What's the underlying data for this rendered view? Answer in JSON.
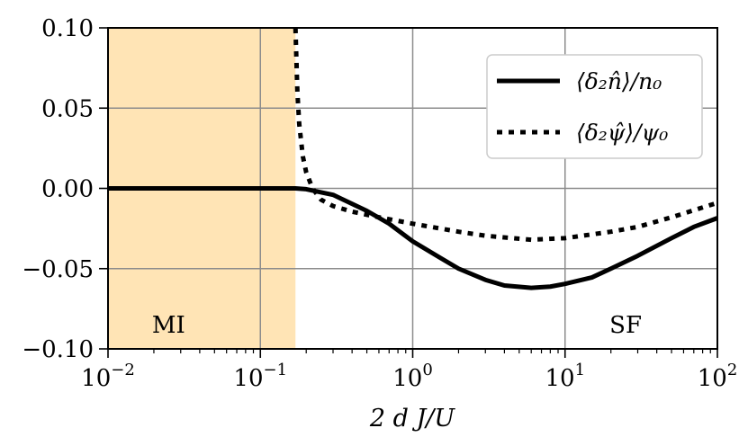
{
  "chart_data": {
    "type": "line",
    "title": "",
    "xlabel": "2 d J/U",
    "ylabel": "",
    "xscale": "log",
    "xlim": [
      0.01,
      100
    ],
    "ylim": [
      -0.1,
      0.1
    ],
    "grid": true,
    "legend_position": "top-right",
    "x_ticks": [
      {
        "base": "10",
        "exp": "−2",
        "value": 0.01
      },
      {
        "base": "10",
        "exp": "−1",
        "value": 0.1
      },
      {
        "base": "10",
        "exp": "0",
        "value": 1
      },
      {
        "base": "10",
        "exp": "1",
        "value": 10
      },
      {
        "base": "10",
        "exp": "2",
        "value": 100
      }
    ],
    "y_ticks": [
      {
        "label": "0.10",
        "value": 0.1
      },
      {
        "label": "0.05",
        "value": 0.05
      },
      {
        "label": "0.00",
        "value": 0.0
      },
      {
        "label": "−0.05",
        "value": -0.05
      },
      {
        "label": "−0.10",
        "value": -0.1
      }
    ],
    "shaded_region": {
      "x_from": 0.01,
      "x_to": 0.17,
      "color": "#ffe4b5"
    },
    "region_labels": [
      {
        "text": "MI",
        "x": 0.025,
        "y": -0.085
      },
      {
        "text": "SF",
        "x": 25,
        "y": -0.085
      }
    ],
    "series": [
      {
        "name": "⟨δ₂n̂⟩/n₀",
        "style": "solid",
        "color": "#000000",
        "points": [
          [
            0.01,
            0.0
          ],
          [
            0.05,
            0.0
          ],
          [
            0.1,
            0.0
          ],
          [
            0.17,
            0.0
          ],
          [
            0.2,
            -0.0005
          ],
          [
            0.3,
            -0.004
          ],
          [
            0.5,
            -0.014
          ],
          [
            0.7,
            -0.022
          ],
          [
            1.0,
            -0.033
          ],
          [
            1.5,
            -0.043
          ],
          [
            2.0,
            -0.05
          ],
          [
            3.0,
            -0.057
          ],
          [
            4.0,
            -0.0605
          ],
          [
            6.0,
            -0.062
          ],
          [
            8.0,
            -0.0612
          ],
          [
            10.0,
            -0.0595
          ],
          [
            15.0,
            -0.0555
          ],
          [
            20.0,
            -0.05
          ],
          [
            30.0,
            -0.042
          ],
          [
            50.0,
            -0.031
          ],
          [
            70.0,
            -0.024
          ],
          [
            100.0,
            -0.0185
          ]
        ]
      },
      {
        "name": "⟨δ₂ψ̂⟩/ψ₀",
        "style": "dotted",
        "color": "#000000",
        "points": [
          [
            0.17,
            0.1
          ],
          [
            0.175,
            0.06
          ],
          [
            0.18,
            0.04
          ],
          [
            0.19,
            0.02
          ],
          [
            0.2,
            0.01
          ],
          [
            0.22,
            0.0
          ],
          [
            0.25,
            -0.007
          ],
          [
            0.3,
            -0.011
          ],
          [
            0.4,
            -0.0145
          ],
          [
            0.6,
            -0.018
          ],
          [
            1.0,
            -0.022
          ],
          [
            2.0,
            -0.027
          ],
          [
            3.0,
            -0.0295
          ],
          [
            6.0,
            -0.032
          ],
          [
            10.0,
            -0.031
          ],
          [
            20.0,
            -0.027
          ],
          [
            30.0,
            -0.024
          ],
          [
            50.0,
            -0.018
          ],
          [
            100.0,
            -0.009
          ]
        ]
      }
    ]
  }
}
